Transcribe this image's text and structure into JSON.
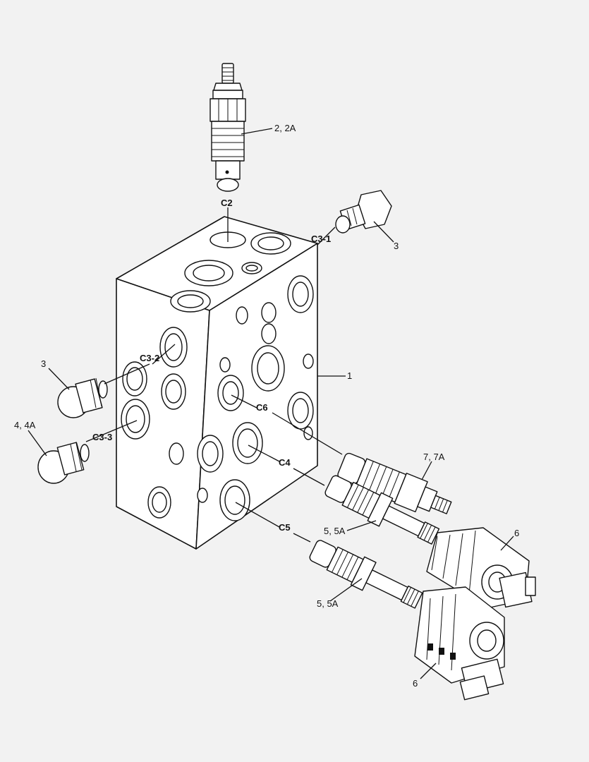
{
  "diagram": {
    "background": "#f2f2f2",
    "line_color": "#111111",
    "fill_color": "#ffffff",
    "labels": {
      "relief_valve": "2, 2A",
      "cavity_c2": "C2",
      "cavity_c3_1": "C3-1",
      "plug_top": "3",
      "manifold_body": "1",
      "cavity_c3_2": "C3-2",
      "plug_left": "3",
      "cavity_c6": "C6",
      "plug_lower_left": "4, 4A",
      "cavity_c3_3": "C3-3",
      "cavity_c4": "C4",
      "cartridge_c6": "7, 7A",
      "solenoid_top": "6",
      "cavity_c5": "C5",
      "valve_c4": "5, 5A",
      "valve_c5": "5, 5A",
      "solenoid_bottom": "6"
    }
  }
}
